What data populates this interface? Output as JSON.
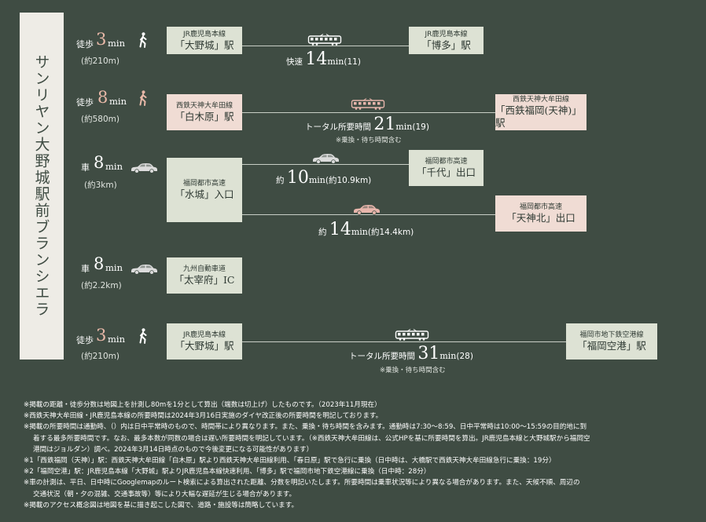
{
  "sidebar_title": "サンリヤン大野城駅前ブランシエラ",
  "colors": {
    "background": "#3f4c43",
    "green_box": "#dde2d4",
    "pink_box": "#f0dcd4",
    "walk_number": "#e8b8a8",
    "pink_icon": "#e8b6ac"
  },
  "routes": [
    {
      "origin": {
        "mode": "徒歩",
        "num": "3",
        "unit": "min",
        "dist": "(約210m)",
        "icon": "walking-person-icon"
      },
      "start": {
        "sub": "JR鹿児島本線",
        "main": "「大野城」駅"
      },
      "end": {
        "sub": "JR鹿児島本線",
        "main": "「博多」駅"
      },
      "time": {
        "prefix": "快速",
        "num": "14",
        "unit": "min",
        "suffix": "(11)"
      },
      "icon": "train-icon"
    },
    {
      "origin": {
        "mode": "徒歩",
        "num": "8",
        "unit": "min",
        "dist": "(約580m)",
        "icon": "walking-person-icon"
      },
      "start": {
        "sub": "西鉄天神大牟田線",
        "main": "「白木原」駅"
      },
      "end": {
        "sub": "西鉄天神大牟田線",
        "main": "「西鉄福岡(天神)」駅"
      },
      "time": {
        "prefix": "トータル所要時間",
        "num": "21",
        "unit": "min",
        "suffix": "(19)"
      },
      "note": "※乗換・待ち時間含む",
      "icon": "train-icon"
    },
    {
      "origin": {
        "mode": "車",
        "num": "8",
        "unit": "min",
        "dist": "(約3km)",
        "icon": "car-icon"
      },
      "start": {
        "sub": "福岡都市高速",
        "main": "「水城」入口"
      },
      "end": {
        "sub": "福岡都市高速",
        "main": "「千代」出口"
      },
      "time": {
        "prefix": "約",
        "num": "10",
        "unit": "min",
        "suffix": "(約10.9km)"
      },
      "icon": "car-icon"
    },
    {
      "end": {
        "sub": "福岡都市高速",
        "main": "「天神北」出口"
      },
      "time": {
        "prefix": "約",
        "num": "14",
        "unit": "min",
        "suffix": "(約14.4km)"
      },
      "icon": "car-icon"
    },
    {
      "origin": {
        "mode": "車",
        "num": "8",
        "unit": "min",
        "dist": "(約2.2km)",
        "icon": "car-icon"
      },
      "start": {
        "sub": "九州自動車道",
        "main": "「太宰府」IC"
      }
    },
    {
      "origin": {
        "mode": "徒歩",
        "num": "3",
        "unit": "min",
        "dist": "(約210m)",
        "icon": "walking-person-icon"
      },
      "start": {
        "sub": "JR鹿児島本線",
        "main": "「大野城」駅"
      },
      "end": {
        "sub": "福岡市地下鉄空港線",
        "main": "「福岡空港」駅"
      },
      "time": {
        "prefix": "トータル所要時間",
        "num": "31",
        "unit": "min",
        "suffix": "(28)"
      },
      "note": "※乗換・待ち時間含む",
      "icon": "train-icon"
    }
  ],
  "footnotes": [
    "※掲載の距離・徒歩分数は地図上を計測し80mを1分として算出（端数は切上げ）したものです。（2023年11月現在）",
    "※西鉄天神大牟田線・JR鹿児島本線の所要時間は2024年3月16日実施のダイヤ改正後の所要時間を明記しております。",
    "※掲載の所要時間は通勤時、（）内は日中平常時のもので、時間帯により異なります。また、乗換・待ち時間を含みます。通勤時は7:30〜8:59、日中平常時は10:00〜15:59の目的地に到",
    "着する最多所要時間です。なお、最多本数が同数の場合は遅い所要時間を明記しています。（※西鉄天神大牟田線は、公式HPを基に所要時間を算出。JR鹿児島本線と大野城駅から福岡空",
    "港間はジョルダン）調べ。2024年3月14日時点のもので今後変更になる可能性があります）",
    "※1「西鉄福岡（天神）」駅：西鉄天神大牟田線「白木原」駅より西鉄天神大牟田線利用、「春日原」駅で急行に乗換（日中時は、大橋駅で西鉄天神大牟田線急行に乗換：19分）",
    "※2「福岡空港」駅：JR鹿児島本線「大野城」駅よりJR鹿児島本線快速利用、「博多」駅で福岡市地下鉄空港線に乗換（日中時：28分）",
    "※車の計測は、平日、日中時にGooglemapのルート検索による算出された距離、分数を明記いたします。所要時間は乗車状況等により異なる場合があります。また、天候不順、周辺の",
    "交通状況（朝・夕の混雑、交通事故等）等により大幅な遅延が生じる場合があります。",
    "※掲載のアクセス概念図は地図を基に描き起こした図で、道路・施設等は簡略しています。"
  ]
}
